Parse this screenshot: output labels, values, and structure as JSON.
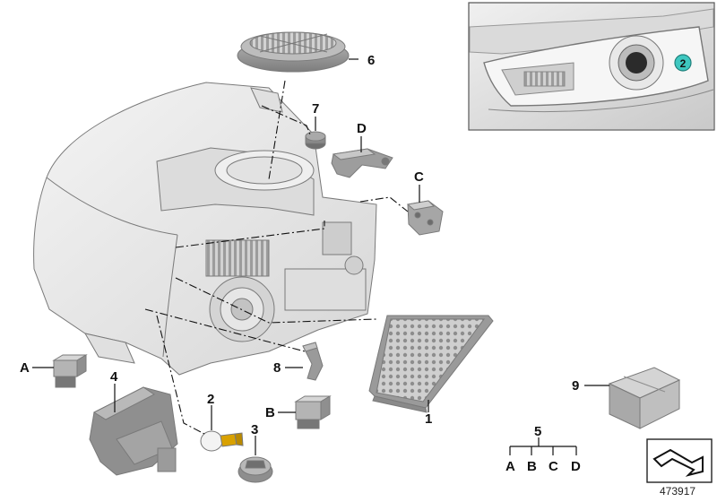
{
  "callouts": {
    "c1": "1",
    "c2": "2",
    "c3": "3",
    "c4": "4",
    "c5": "5",
    "c6": "6",
    "c7": "7",
    "c8": "8",
    "c9": "9",
    "cA": "A",
    "cB": "B",
    "cC": "C",
    "cD": "D",
    "tree": [
      "A",
      "B",
      "C",
      "D"
    ]
  },
  "inset": {
    "marker": "2"
  },
  "diagram_id": "473917",
  "colors": {
    "marker": "#3ec7c0",
    "part_fill": "#d9d9d9",
    "housing_fill": "#ebebeb"
  },
  "icons": [
    "headlight-housing-icon",
    "bulb-icon",
    "ballast-control-unit-icon",
    "spare-kit-box-icon",
    "nav-arrow-icon"
  ]
}
